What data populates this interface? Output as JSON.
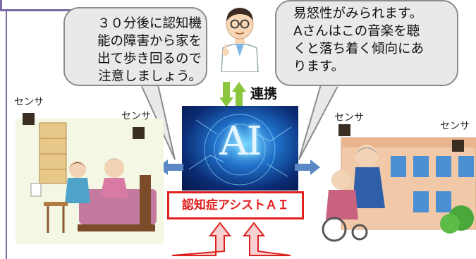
{
  "bubbles": {
    "left": [
      "３０分後に認知機",
      "能の障害から家を",
      "出て歩き回るので",
      "注意しましょう。"
    ],
    "right": [
      "易怒性がみられます。",
      "Aさんはこの音楽を聴",
      "くと落ち着く傾向にあ",
      "ります。"
    ]
  },
  "sensor_label": "センサ",
  "renkei_label": "連携",
  "ai_label": "AI",
  "assist_label": "認知症アシストＡＩ"
}
